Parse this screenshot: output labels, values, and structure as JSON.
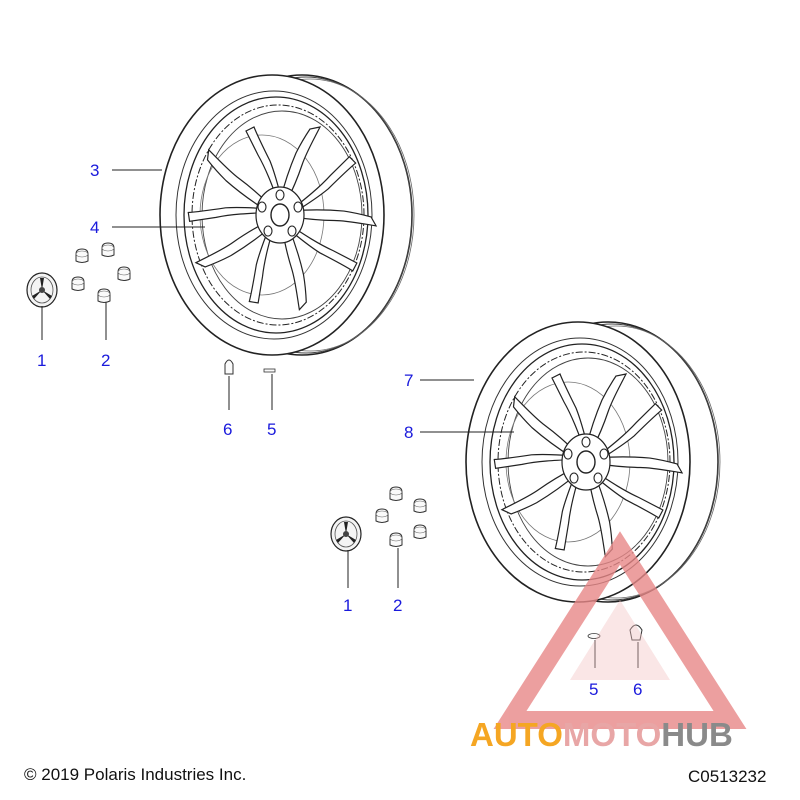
{
  "diagram": {
    "callouts": [
      {
        "id": "c3a",
        "label": "3"
      },
      {
        "id": "c4a",
        "label": "4"
      },
      {
        "id": "c1a",
        "label": "1"
      },
      {
        "id": "c2a",
        "label": "2"
      },
      {
        "id": "c6a",
        "label": "6"
      },
      {
        "id": "c5a",
        "label": "5"
      },
      {
        "id": "c7",
        "label": "7"
      },
      {
        "id": "c8",
        "label": "8"
      },
      {
        "id": "c1b",
        "label": "1"
      },
      {
        "id": "c2b",
        "label": "2"
      },
      {
        "id": "c5b",
        "label": "5"
      },
      {
        "id": "c6b",
        "label": "6"
      }
    ]
  },
  "watermark": {
    "part1": "AUTO",
    "part2": "MOTO",
    "part3": "HUB",
    "color1": "#f5a623",
    "color2": "#e8a6a6",
    "color3": "#8a8a8a"
  },
  "footer": {
    "copyright": "© 2019 Polaris Industries Inc.",
    "code": "C0513232"
  },
  "colors": {
    "callout": "#1a1adc",
    "line": "#222222",
    "leader": "#1a1adc"
  }
}
